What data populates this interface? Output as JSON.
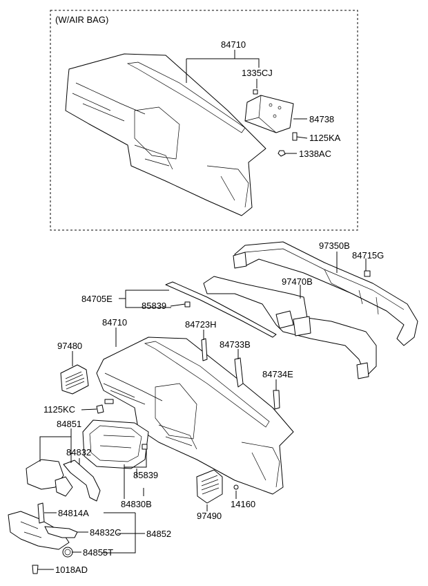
{
  "inset": {
    "title": "(W/AIR BAG)"
  },
  "labels": {
    "l84710_top": "84710",
    "l1335CJ": "1335CJ",
    "l84738": "84738",
    "l1125KA": "1125KA",
    "l1338AC": "1338AC",
    "l97350B": "97350B",
    "l84715G": "84715G",
    "l97470B": "97470B",
    "l84705E": "84705E",
    "l85839_a": "85839",
    "l84710_main": "84710",
    "l84723H": "84723H",
    "l84733B": "84733B",
    "l97480": "97480",
    "l84734E": "84734E",
    "l1125KC": "1125KC",
    "l84851": "84851",
    "l84832": "84832",
    "l85839_b": "85839",
    "l84830B": "84830B",
    "l14160": "14160",
    "l97490": "97490",
    "l84814A": "84814A",
    "l84832C": "84832C",
    "l84852": "84852",
    "l84855T": "84855T",
    "l1018AD": "1018AD"
  }
}
